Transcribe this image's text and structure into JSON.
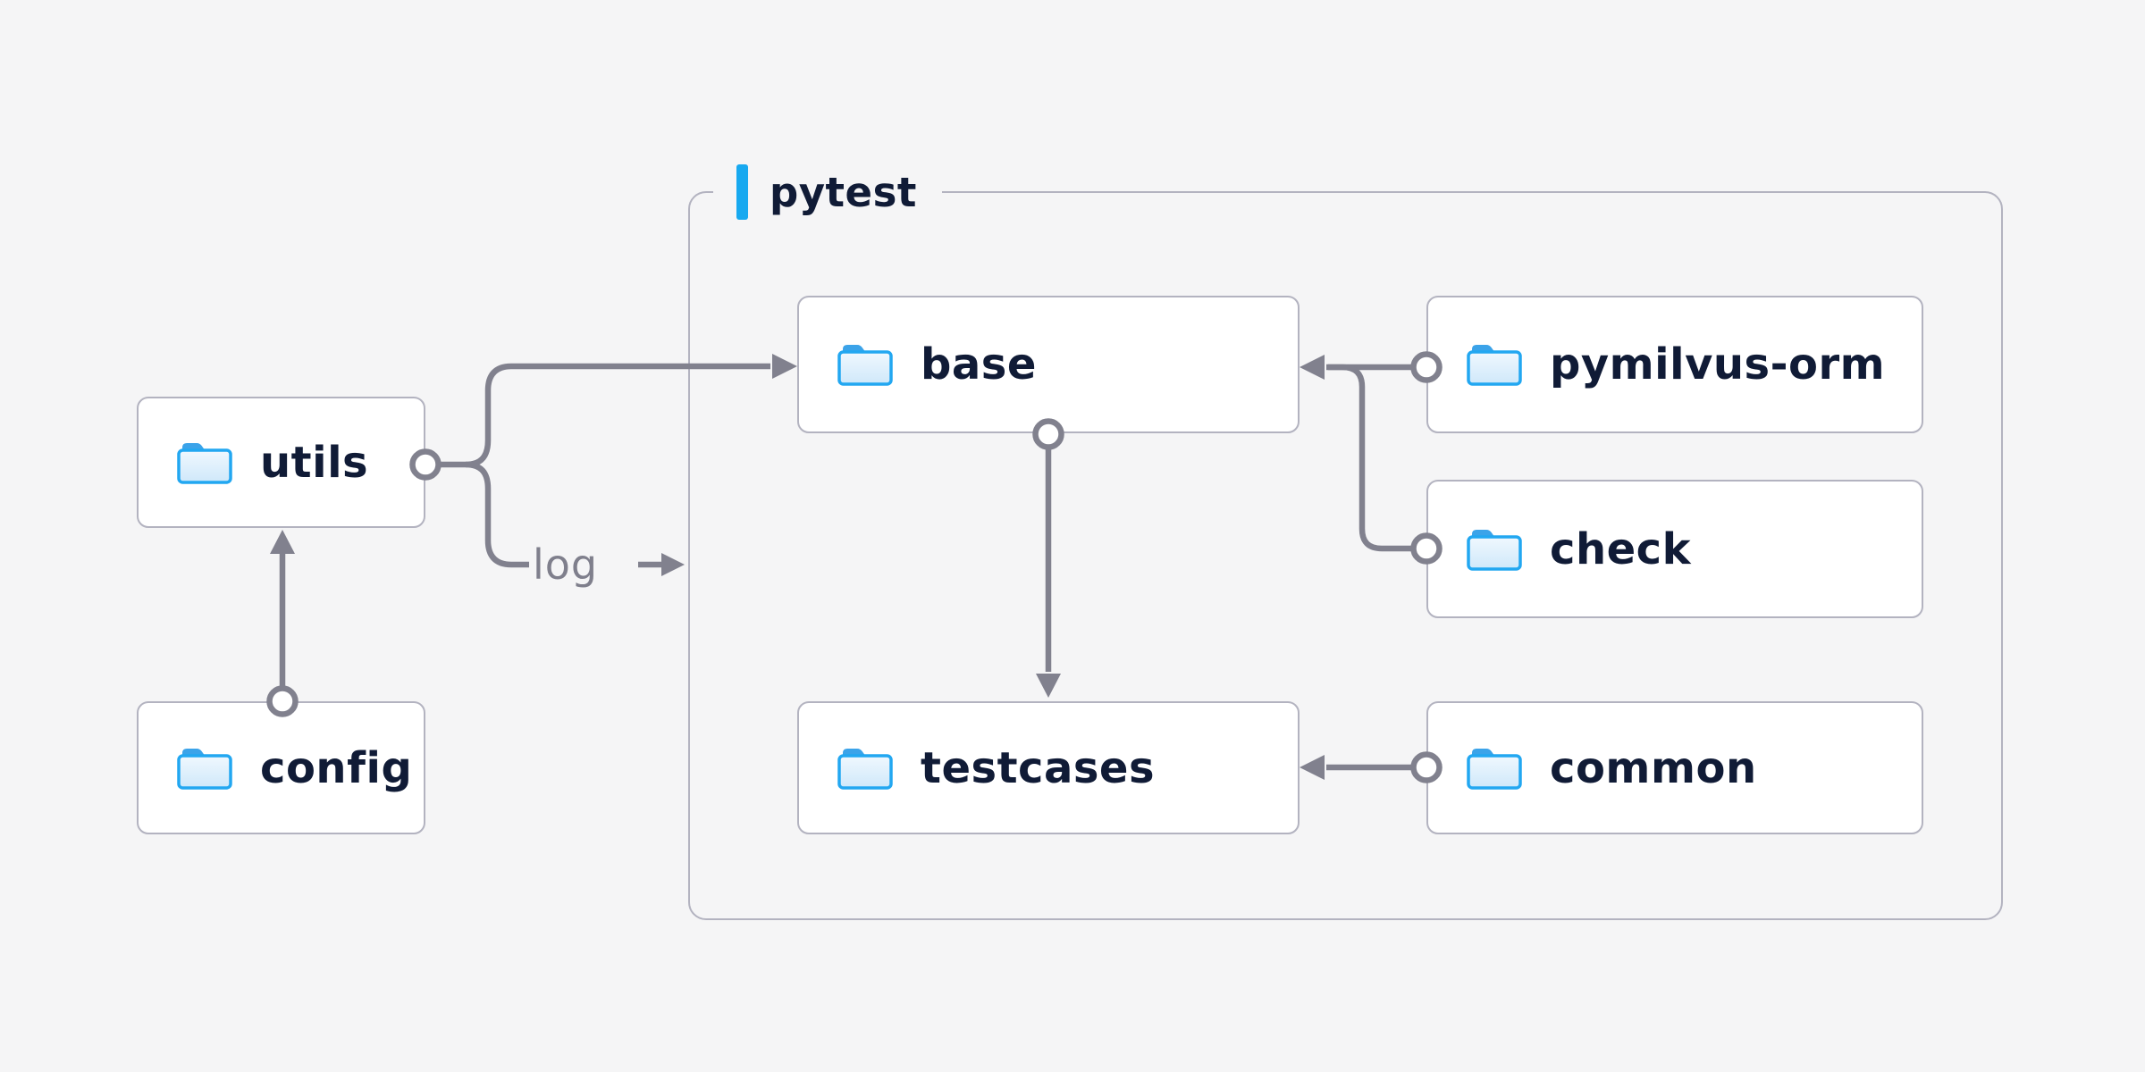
{
  "container": {
    "label": "pytest"
  },
  "nodes": {
    "utils": {
      "label": "utils",
      "icon": "folder-icon"
    },
    "config": {
      "label": "config",
      "icon": "folder-icon"
    },
    "base": {
      "label": "base",
      "icon": "folder-icon"
    },
    "pymilvus_orm": {
      "label": "pymilvus-orm",
      "icon": "folder-icon"
    },
    "check": {
      "label": "check",
      "icon": "folder-icon"
    },
    "testcases": {
      "label": "testcases",
      "icon": "folder-icon"
    },
    "common": {
      "label": "common",
      "icon": "folder-icon"
    }
  },
  "edges": {
    "log_label": "log",
    "connections": [
      {
        "from": "config",
        "to": "utils",
        "style": "arrow"
      },
      {
        "from": "utils",
        "to": "base",
        "style": "arrow"
      },
      {
        "from": "utils",
        "to": "pytest",
        "style": "arrow",
        "label": "log"
      },
      {
        "from": "pymilvus-orm",
        "to": "base",
        "style": "arrow"
      },
      {
        "from": "check",
        "to": "base",
        "style": "arrow"
      },
      {
        "from": "base",
        "to": "testcases",
        "style": "arrow"
      },
      {
        "from": "common",
        "to": "testcases",
        "style": "arrow"
      }
    ]
  },
  "colors": {
    "background": "#f5f5f6",
    "node_background": "#ffffff",
    "node_border": "#b3b3c0",
    "container_border": "#b3b3c0",
    "edge": "#81818e",
    "node_text": "#101b36",
    "edge_label_text": "#7f7f8c",
    "accent_blue": "#17a9f0",
    "folder_outline": "#22a7f1",
    "folder_tab": "#3ba3e9"
  }
}
